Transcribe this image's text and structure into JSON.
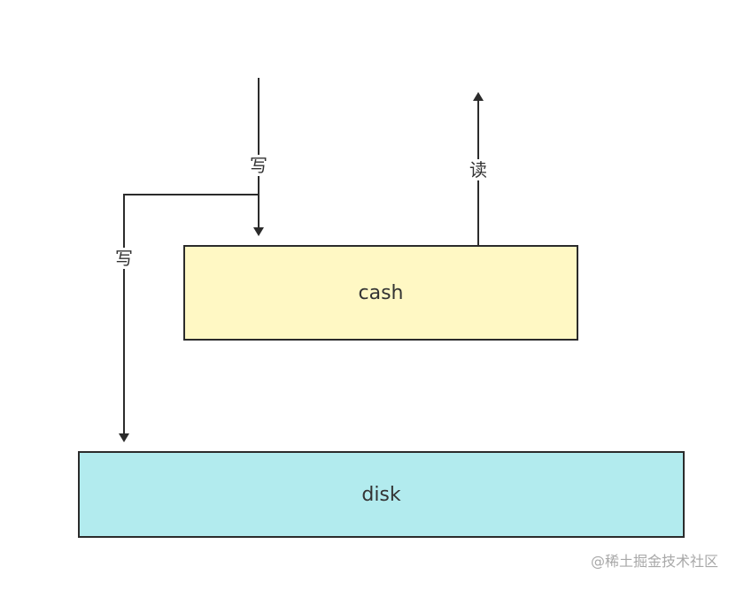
{
  "nodes": {
    "cash": {
      "label": "cash",
      "fill": "#fff8c4"
    },
    "disk": {
      "label": "disk",
      "fill": "#b2ebee"
    }
  },
  "edges": {
    "write_to_cash": {
      "label": "写"
    },
    "write_to_disk": {
      "label": "写"
    },
    "read_from_cash": {
      "label": "读"
    }
  },
  "colors": {
    "line": "#2b2b2b",
    "text": "#333333"
  },
  "watermark": "@稀土掘金技术社区"
}
